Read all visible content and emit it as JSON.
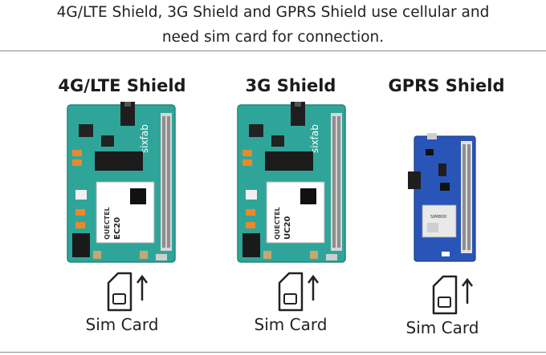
{
  "intro": {
    "line1": "4G/LTE Shield, 3G Shield and GPRS Shield use cellular and",
    "line2": "need sim card for connection."
  },
  "shields": [
    {
      "title": "4G/LTE Shield",
      "brand": "sixfab",
      "module_brand": "QUECTEL",
      "module_model": "EC20",
      "sim_label": "Sim Card"
    },
    {
      "title": "3G Shield",
      "brand": "sixfab",
      "module_brand": "QUECTEL",
      "module_model": "UC20",
      "sim_label": "Sim Card"
    },
    {
      "title": "GPRS Shield",
      "module_model": "SIM800",
      "sim_label": "Sim Card"
    }
  ],
  "colors": {
    "board_green": "#2fa59a",
    "board_blue": "#2a55b8",
    "text": "#222222"
  }
}
